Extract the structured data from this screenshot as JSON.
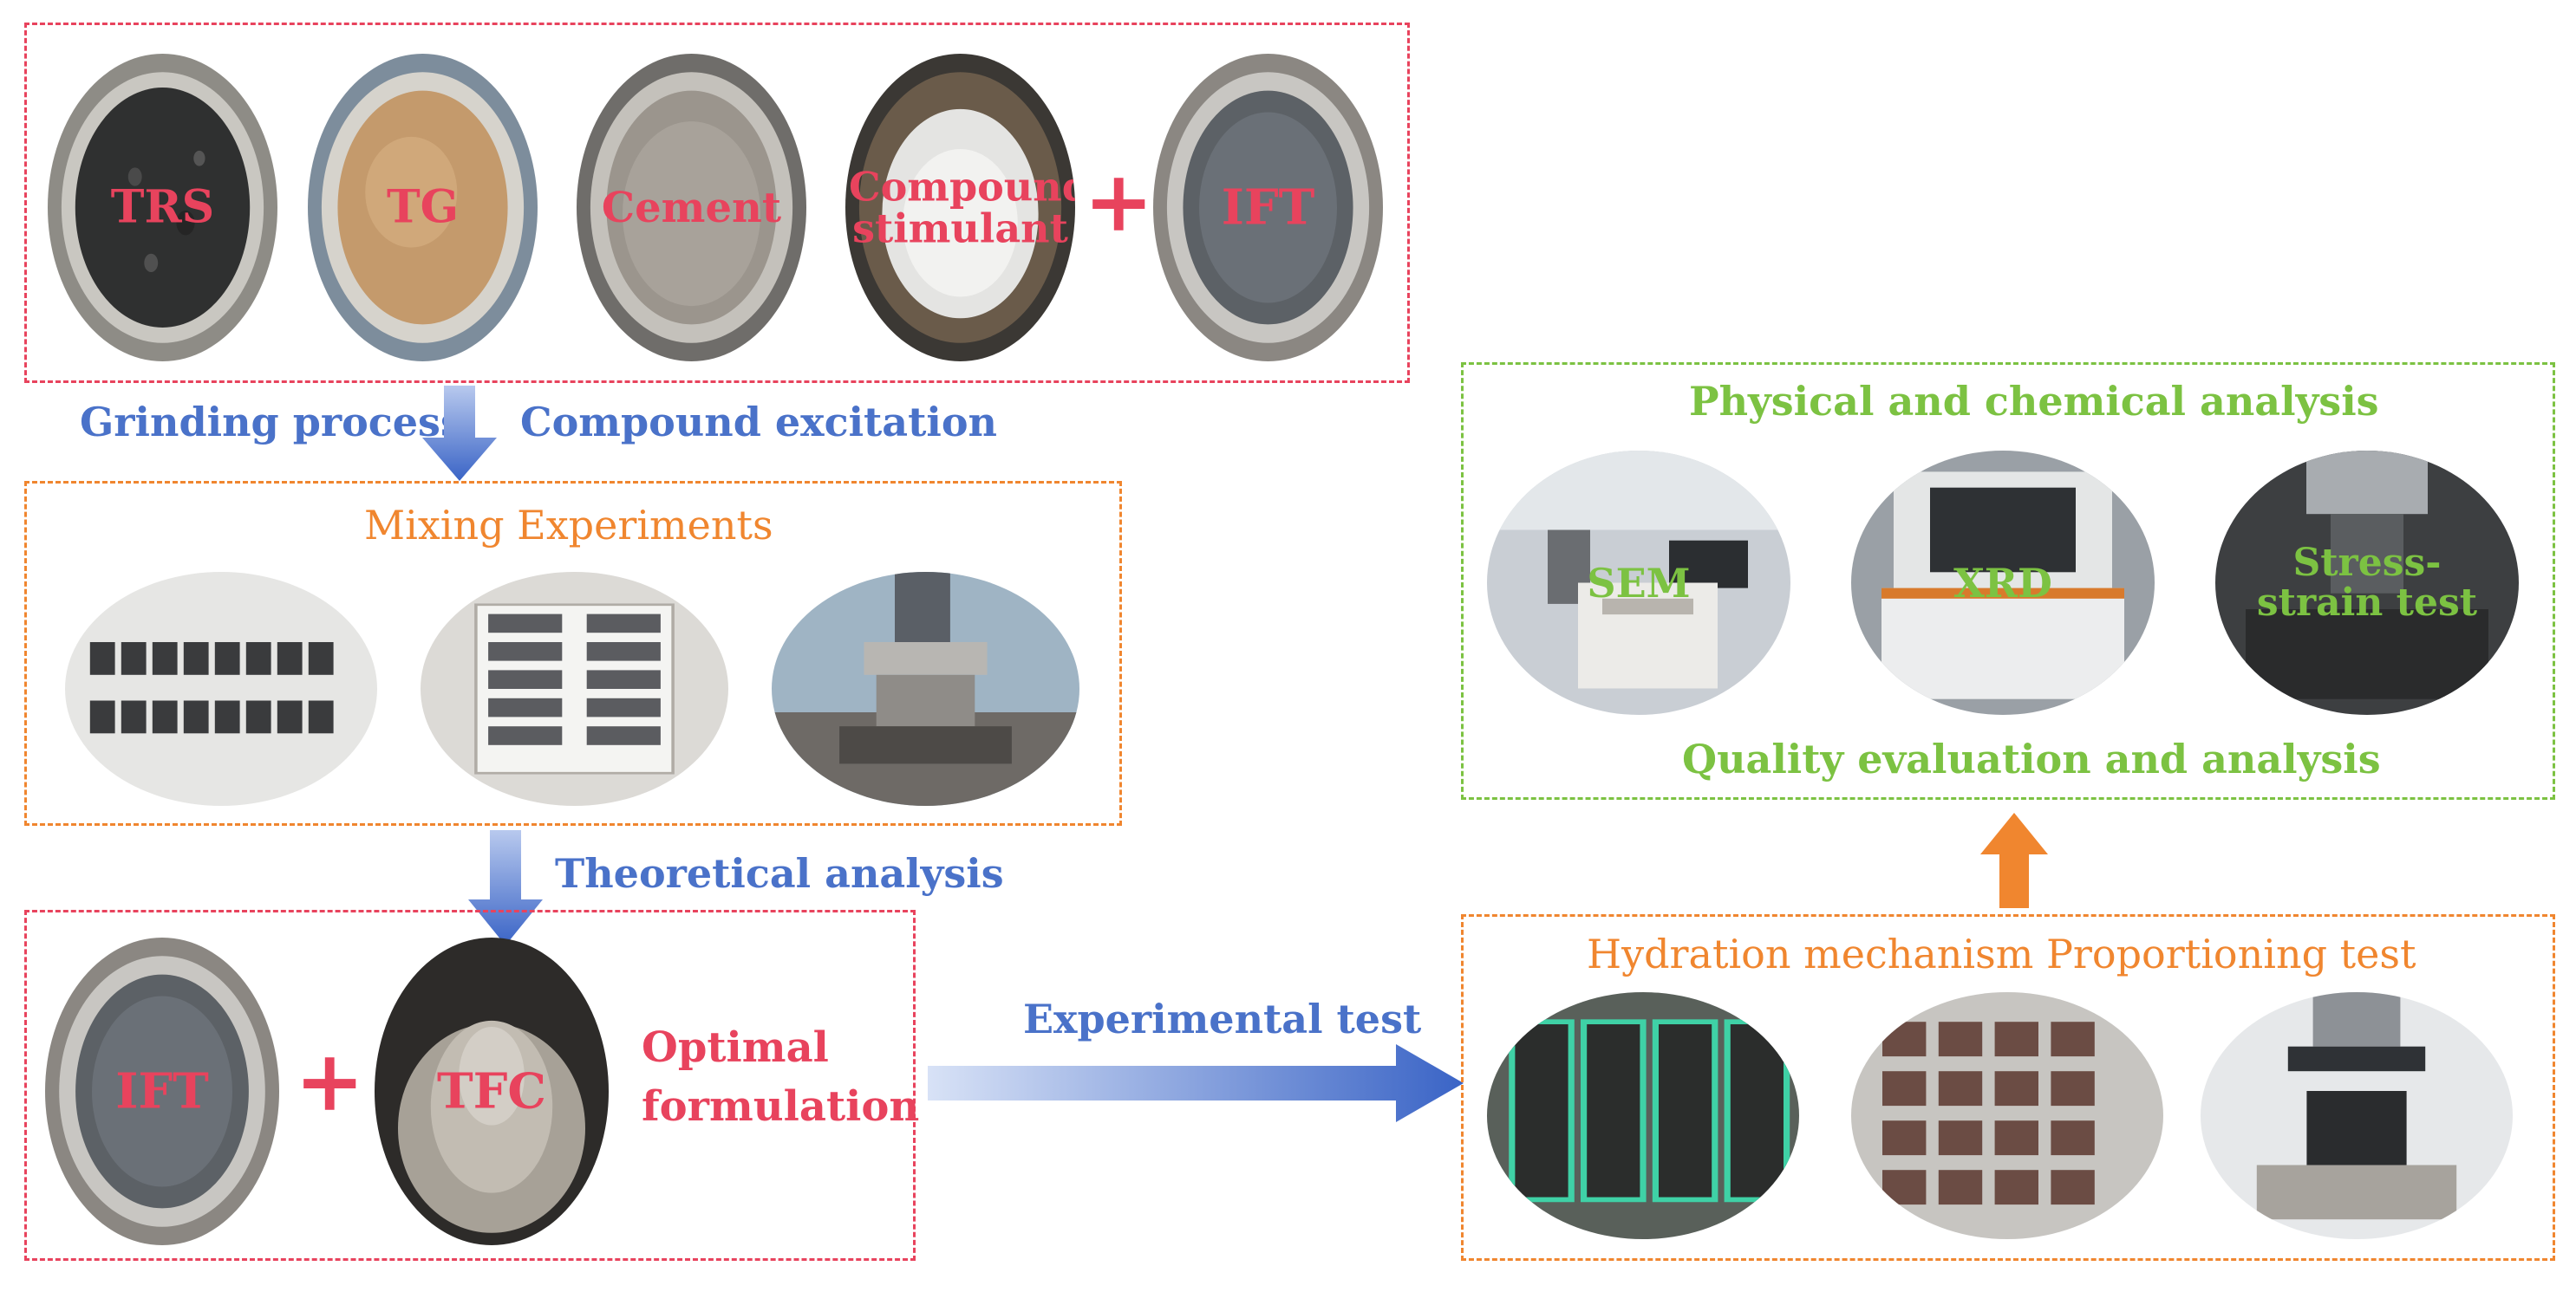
{
  "colors": {
    "red": "#e8435d",
    "blue": "#4a72c9",
    "orange": "#f0862f",
    "green": "#7cc242"
  },
  "raw_materials": {
    "items": [
      {
        "label": "TRS",
        "tone": "dark-gravel"
      },
      {
        "label": "TG",
        "tone": "brown-powder"
      },
      {
        "label": "Cement",
        "tone": "grey-powder"
      },
      {
        "label": "Compound stimulant",
        "tone": "white-powder"
      },
      {
        "label": "IFT",
        "tone": "dark-powder"
      }
    ],
    "plus": "+"
  },
  "flow": {
    "grinding": "Grinding process",
    "compound": "Compound excitation",
    "theoretical": "Theoretical analysis",
    "experimental": "Experimental test"
  },
  "mixing": {
    "title": "Mixing Experiments",
    "photos": [
      "specimen-molds",
      "labeled-specimens",
      "loading-press"
    ]
  },
  "optimal": {
    "items": [
      "IFT",
      "TFC"
    ],
    "plus": "+",
    "label_line1": "Optimal",
    "label_line2": "formulation"
  },
  "hydration": {
    "title": "Hydration mechanism Proportioning test",
    "photos": [
      "cured-molds",
      "cube-specimens",
      "compression-tester"
    ]
  },
  "analysis": {
    "title": "Physical and chemical analysis",
    "bottom": "Quality evaluation and analysis",
    "items": [
      "SEM",
      "XRD",
      "Stress-strain test"
    ]
  }
}
